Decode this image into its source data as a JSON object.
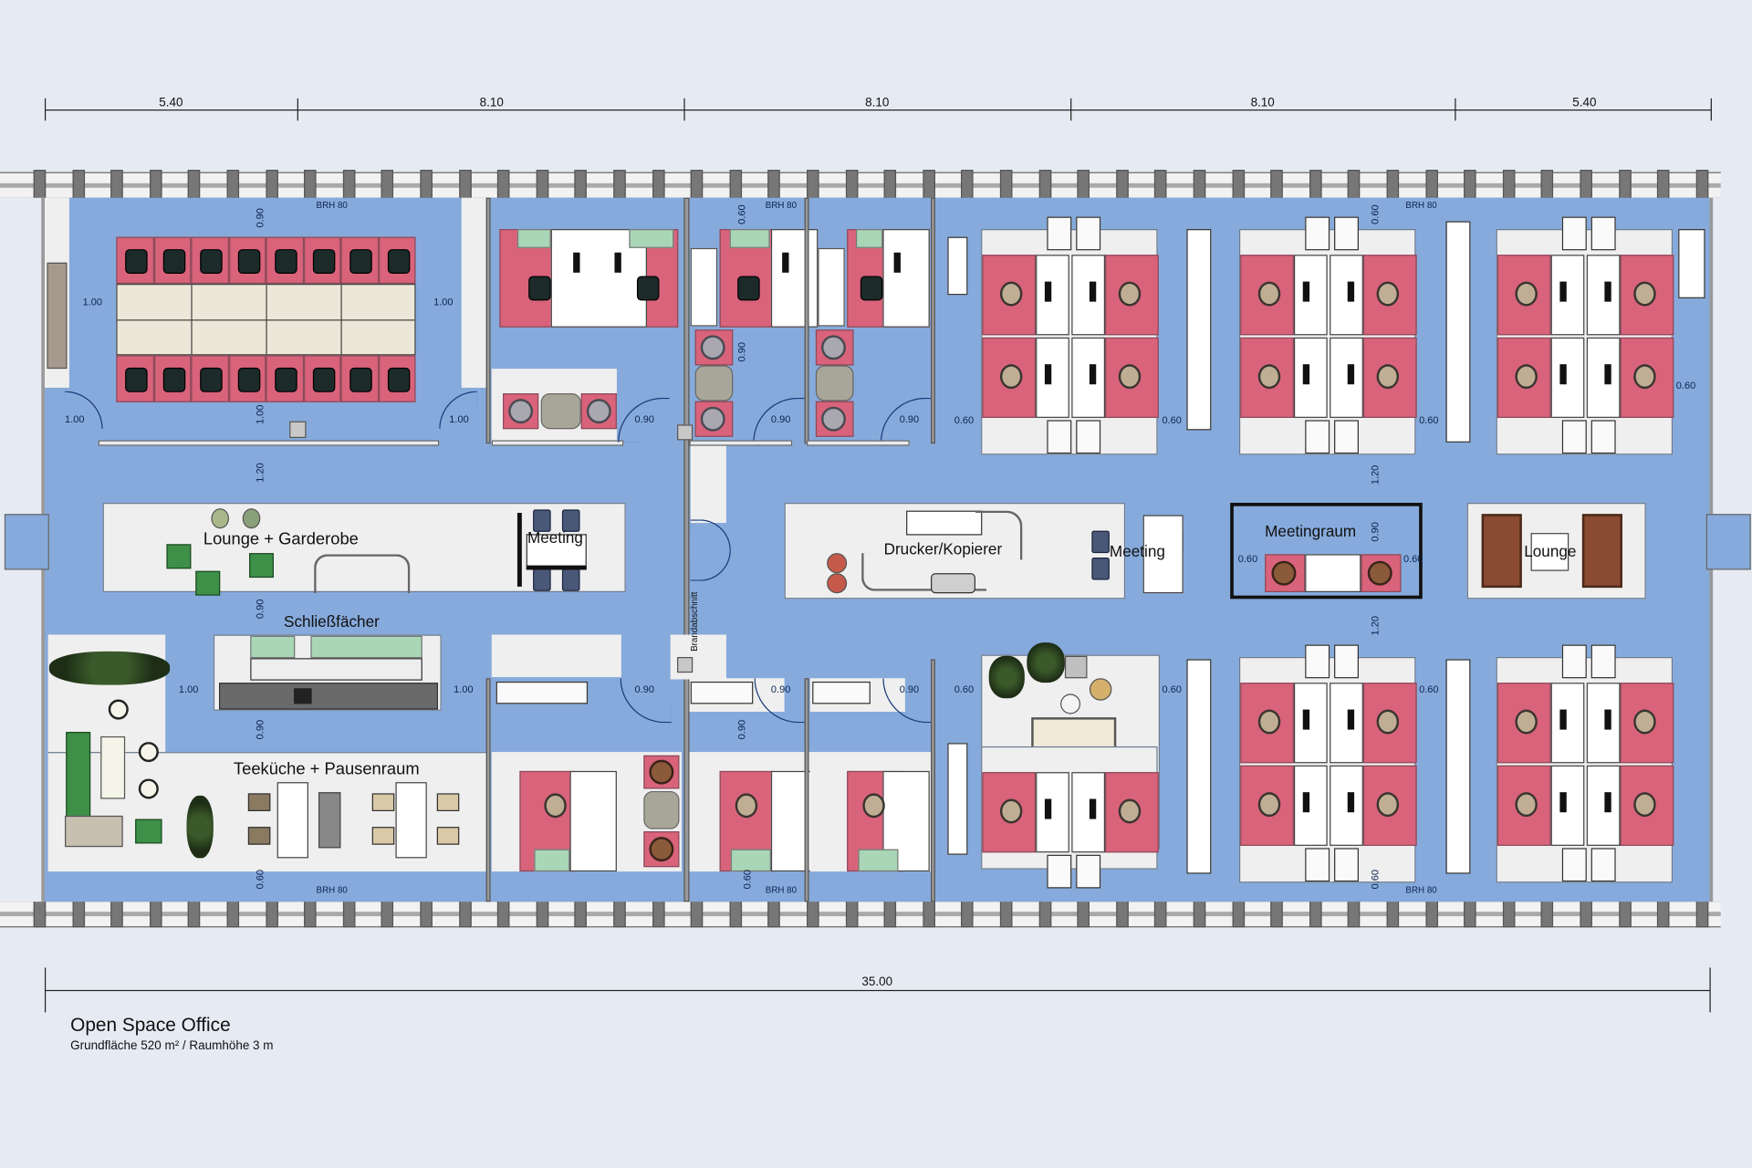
{
  "title_block": {
    "title": "Open Space Office",
    "subtitle": "Grundfläche 520 m² / Raumhöhe 3 m"
  },
  "dimensions_top": [
    {
      "label": "5.40"
    },
    {
      "label": "8.10"
    },
    {
      "label": "8.10"
    },
    {
      "label": "8.10"
    },
    {
      "label": "5.40"
    }
  ],
  "dimension_total": {
    "label": "35.00"
  },
  "rooms": {
    "lounge_garderobe": "Lounge + Garderobe",
    "meeting_left": "Meeting",
    "schliessfaecher": "Schließfächer",
    "teekueche": "Teeküche + Pausenraum",
    "drucker": "Drucker/Kopierer",
    "meeting_center": "Meeting",
    "meetingraum": "Meetingraum",
    "lounge_right": "Lounge",
    "brandabschnitt": "Brandabschnitt"
  },
  "annotations": {
    "brh": "BRH 80",
    "d_090": "0.90",
    "d_100": "1.00",
    "d_060": "0.60",
    "d_120": "1.20"
  },
  "colors": {
    "floor_blue": "#86aadb",
    "zone_grey": "#efefef",
    "workstation_pink": "#d9637b",
    "background": "#e6ebf3"
  }
}
